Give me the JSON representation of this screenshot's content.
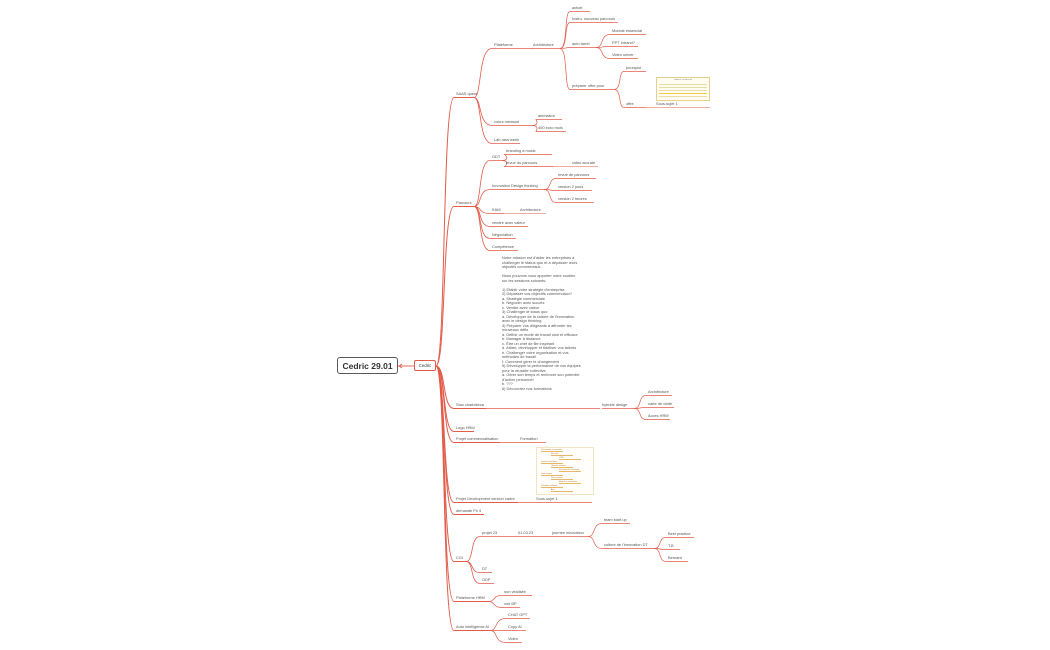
{
  "colors": {
    "branch": "#e25c4a",
    "root_border": "#595959",
    "text": "#555555",
    "thumb_accent": "#f2c84c"
  },
  "root": {
    "label": "Cedric 29.01"
  },
  "center": {
    "label": "Cedric"
  },
  "labels": {
    "saas_quest": "SAAS quest",
    "plateforme": "Plateforme",
    "architecture": "Architecture",
    "actuel": "actuel",
    "instru_nouveau_parcours": "Instru. nouveau parcours",
    "auto_tarrel": "auto tarrel",
    "module_essencial": "Module essencial",
    "ppt_intrand": "PPT Intrand?",
    "video_univer": "Video univer",
    "preparer_offre": "préparer offre pour",
    "pourquoi": "pourquoi",
    "offre": "offre",
    "sous_sujet_1a": "Sous-sujet 1",
    "cours_mensuel": "cours mensuel",
    "animation": "animation",
    "four_hundred_euros": "400 euro mois",
    "lab_rass_week": "Lab rass week",
    "parcours": "Parcours",
    "odt": "ODT",
    "branding_music": "branding à music",
    "revue_parcours": "revue du parcours",
    "video_accrate": "video accrate",
    "innovation_design": "Innovation Design thinking",
    "revue_parcours_2": "revue de parcours",
    "version_2_jours": "version 2 jours",
    "version_2_heures": "version 2 heures",
    "kam": "KAM",
    "architecture_2": "Architecture",
    "vendre_valeur": "vendre avec valeur",
    "negociation": "Négociation",
    "competence": "Compétence",
    "marie_fraichement": "Siao chariotteca",
    "hybride_design": "hybride design",
    "architecture_3": "Architecture",
    "carte_de_visite": "carte de visite",
    "acces_hrm": "Acces HRM",
    "logo_hrm": "Logo HRM",
    "projet_commercialisation": "Projet commercialisation",
    "formation": "Formation",
    "projet_development": "Projet Development version cadre",
    "sous_sujet_1b": "Sous-sujet 1",
    "demande_fb": "demande Fb 4",
    "cgi": "CGI",
    "projet_23": "projet 23",
    "date_0103": "01.03.23",
    "journee_innovation": "journée innovation",
    "team_start_up": "team start up",
    "culture_innovation": "culture de l'innovation DT",
    "best_practice": "Best practice",
    "t_b": "T.B",
    "bernard": "Bernard",
    "dt": "DT",
    "odp": "ODP",
    "plateforme_hrm": "Plateforme HRM",
    "non_vealisee": "non vealisée",
    "voir_bp": "voir BP",
    "ai": "Auto intelligence AI",
    "chat_gpt": "CHAT GPT",
    "copy_ai": "Copy AI",
    "video": "Video"
  },
  "note": {
    "text": "Notre mission est d'aider les entreprises à\nchallenger le status quo et à dépasser leurs\nobjectifs commerciaux.\n\nNous pouvons vous apporter notre soutien\nsur les sessions suivants:\n\n1) Etablir votre stratégie d'entreprise\n2) Dépasser vos objectifs commerciaux?\na. Stratégie commerciale\nb. Négocier avec succès\nc. Vendre avec valeur\n3) Challenger le staus quo\na. Développer de la culture de l'innovation\navec le design thinking\n4) Préparer vos dirigeants à affronter les\nnouveaux défis\na. Définir un mode de travail clair et efficace\nb. Manager à distance\nc. Être un chef de file inspirant\nd. Attirer, développer et fidéliser vos talents\ne. Challenger votre organisation et vos\nméthodes de travail\nf. Comment gérer le changement\n5) Développer la performance de vos équipes\npour la réussite collective\na. Gérer son temps et renforcer son potentiel\nd'action personnel\nb. ???\n6) Découvrez nos formations"
  },
  "thumb_offre": {
    "title": "tableau comparatif"
  },
  "thumb_projet": {
    "lines": [
      "Présentation nouveautés",
      "Site web",
      "CRM",
      "Contenu formation",
      "Objectifs réunions",
      "Messages de bienvenue",
      "Lead magnet",
      "Plan contenus",
      "Marketing automation",
      "Calendrier éditorial",
      "Ads"
    ]
  }
}
